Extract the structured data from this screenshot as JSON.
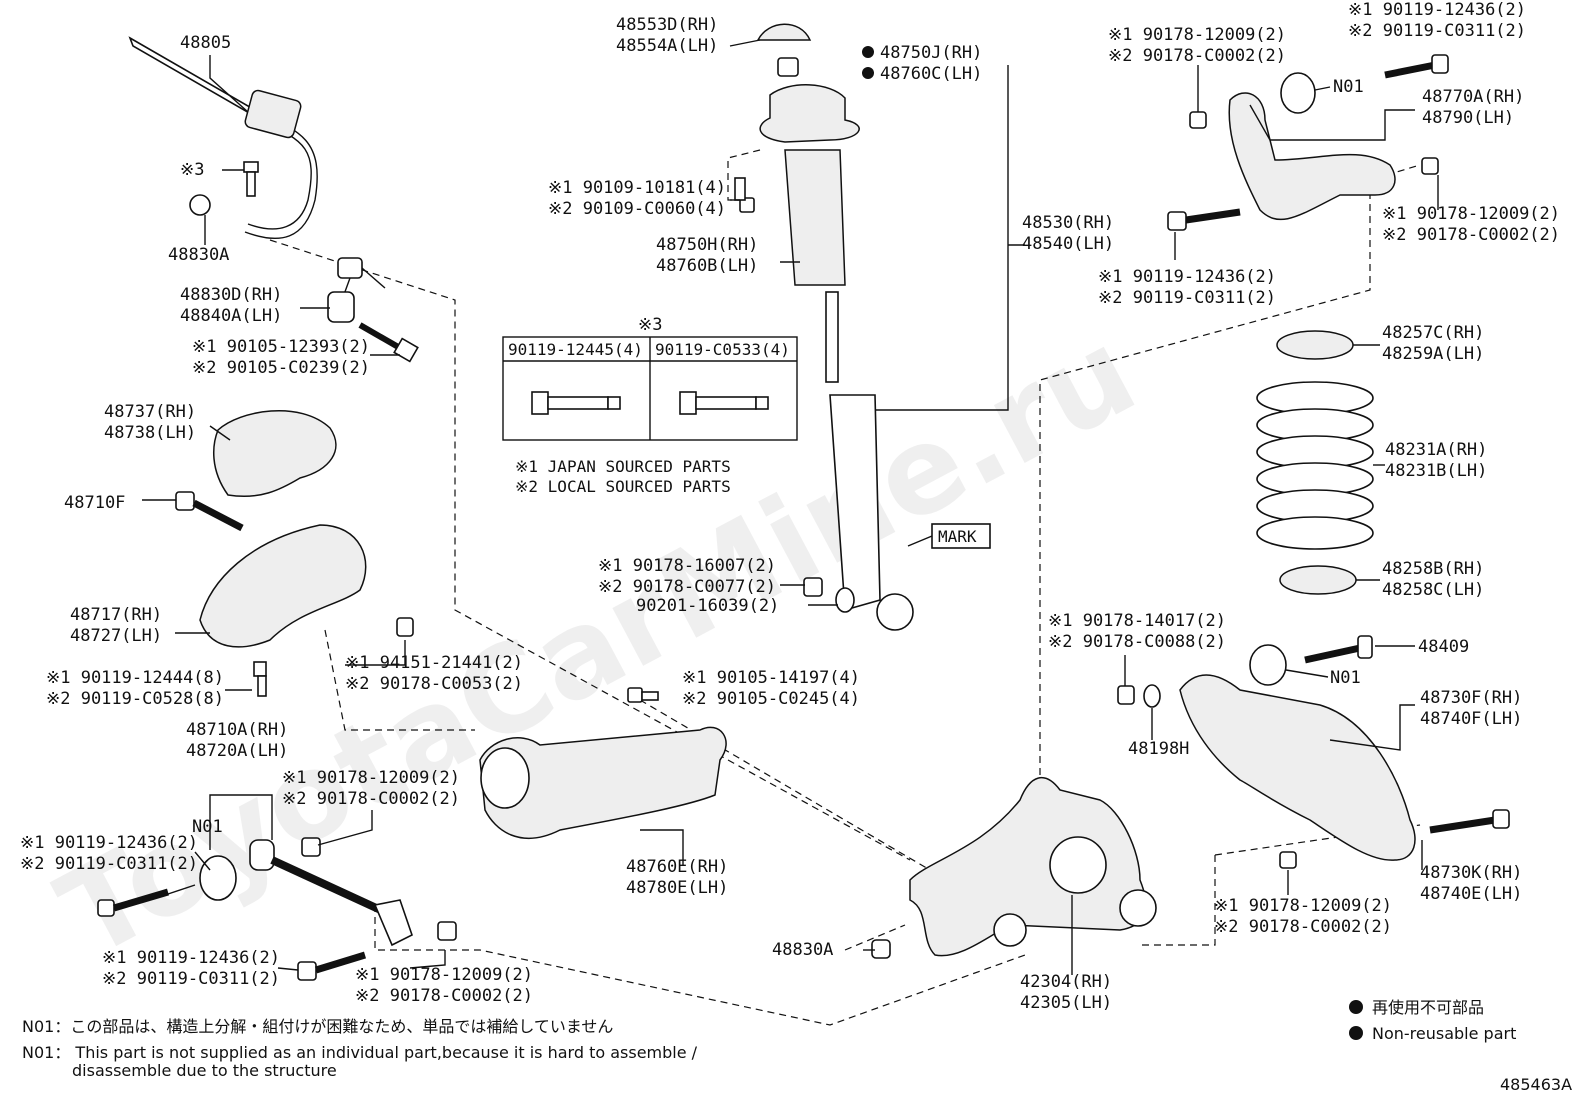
{
  "watermark": "ToyotaCarMine.ru",
  "diagram_code": "485463A",
  "table": {
    "title": "※3",
    "col1": "90119-12445(4)",
    "col2": "90119-C0533(4)"
  },
  "legend_sourcing": {
    "line1": "※1 JAPAN SOURCED PARTS",
    "line2": "※2 LOCAL SOURCED PARTS"
  },
  "legend_nonreusable": {
    "jp": "再使用不可部品",
    "en": "Non-reusable part"
  },
  "notes": {
    "n01_jp": "N01：この部品は、構造上分解・組付けが困難なため、単品では補給していません",
    "n01_en_1": "N01： This part is not supplied as an individual part,because it is hard to assemble /",
    "n01_en_2": "disassemble due to the structure"
  },
  "mark_label": "MARK",
  "labels": [
    {
      "id": "l1",
      "lines": [
        "48805"
      ]
    },
    {
      "id": "l2",
      "lines": [
        "※3"
      ]
    },
    {
      "id": "l3",
      "lines": [
        "48830A"
      ]
    },
    {
      "id": "l4",
      "lines": [
        "48830D(RH)",
        "48840A(LH)"
      ]
    },
    {
      "id": "l5",
      "lines": [
        "※1 90105-12393(2)",
        "※2 90105-C0239(2)"
      ]
    },
    {
      "id": "l6",
      "lines": [
        "48737(RH)",
        "48738(LH)"
      ]
    },
    {
      "id": "l7",
      "lines": [
        "48710F"
      ]
    },
    {
      "id": "l8",
      "lines": [
        "48717(RH)",
        "48727(LH)"
      ]
    },
    {
      "id": "l9",
      "lines": [
        "※1 90119-12444(8)",
        "※2 90119-C0528(8)"
      ]
    },
    {
      "id": "l10",
      "lines": [
        "※1 94151-21441(2)",
        "※2 90178-C0053(2)"
      ]
    },
    {
      "id": "l11",
      "lines": [
        "48710A(RH)",
        "48720A(LH)"
      ]
    },
    {
      "id": "l12",
      "lines": [
        "N01"
      ]
    },
    {
      "id": "l13",
      "lines": [
        "※1 90119-12436(2)",
        "※2 90119-C0311(2)"
      ]
    },
    {
      "id": "l14",
      "lines": [
        "※1 90178-12009(2)",
        "※2 90178-C0002(2)"
      ]
    },
    {
      "id": "l15",
      "lines": [
        "※1 90119-12436(2)",
        "※2 90119-C0311(2)"
      ]
    },
    {
      "id": "l16",
      "lines": [
        "※1 90178-12009(2)",
        "※2 90178-C0002(2)"
      ]
    },
    {
      "id": "l17",
      "lines": [
        "48553D(RH)",
        "48554A(LH)"
      ]
    },
    {
      "id": "l18",
      "lines": [
        "48750J(RH)",
        "48760C(LH)"
      ]
    },
    {
      "id": "l19",
      "lines": [
        "※1 90109-10181(4)",
        "※2 90109-C0060(4)"
      ]
    },
    {
      "id": "l20",
      "lines": [
        "48750H(RH)",
        "48760B(LH)"
      ]
    },
    {
      "id": "l21",
      "lines": [
        "48530(RH)",
        "48540(LH)"
      ]
    },
    {
      "id": "l22",
      "lines": [
        "※1 90178-16007(2)",
        "※2 90178-C0077(2)"
      ]
    },
    {
      "id": "l23",
      "lines": [
        "90201-16039(2)"
      ]
    },
    {
      "id": "l24",
      "lines": [
        "※1 90105-14197(4)",
        "※2 90105-C0245(4)"
      ]
    },
    {
      "id": "l25",
      "lines": [
        "48760E(RH)",
        "48780E(LH)"
      ]
    },
    {
      "id": "l26",
      "lines": [
        "48830A"
      ]
    },
    {
      "id": "l27",
      "lines": [
        "42304(RH)",
        "42305(LH)"
      ]
    },
    {
      "id": "l28",
      "lines": [
        "※1 90178-12009(2)",
        "※2 90178-C0002(2)"
      ]
    },
    {
      "id": "l29",
      "lines": [
        "※1 90119-12436(2)",
        "※2 90119-C0311(2)"
      ]
    },
    {
      "id": "l30",
      "lines": [
        "N01"
      ]
    },
    {
      "id": "l31",
      "lines": [
        "48770A(RH)",
        "48790(LH)"
      ]
    },
    {
      "id": "l32",
      "lines": [
        "※1 90178-12009(2)",
        "※2 90178-C0002(2)"
      ]
    },
    {
      "id": "l33",
      "lines": [
        "※1 90119-12436(2)",
        "※2 90119-C0311(2)"
      ]
    },
    {
      "id": "l34",
      "lines": [
        "48257C(RH)",
        "48259A(LH)"
      ]
    },
    {
      "id": "l35",
      "lines": [
        "48231A(RH)",
        "48231B(LH)"
      ]
    },
    {
      "id": "l36",
      "lines": [
        "48258B(RH)",
        "48258C(LH)"
      ]
    },
    {
      "id": "l37",
      "lines": [
        "※1 90178-14017(2)",
        "※2 90178-C0088(2)"
      ]
    },
    {
      "id": "l38",
      "lines": [
        "48409"
      ]
    },
    {
      "id": "l39",
      "lines": [
        "N01"
      ]
    },
    {
      "id": "l40",
      "lines": [
        "48730F(RH)",
        "48740F(LH)"
      ]
    },
    {
      "id": "l41",
      "lines": [
        "48198H"
      ]
    },
    {
      "id": "l42",
      "lines": [
        "48730K(RH)",
        "48740E(LH)"
      ]
    },
    {
      "id": "l43",
      "lines": [
        "※1 90178-12009(2)",
        "※2 90178-C0002(2)"
      ]
    }
  ]
}
